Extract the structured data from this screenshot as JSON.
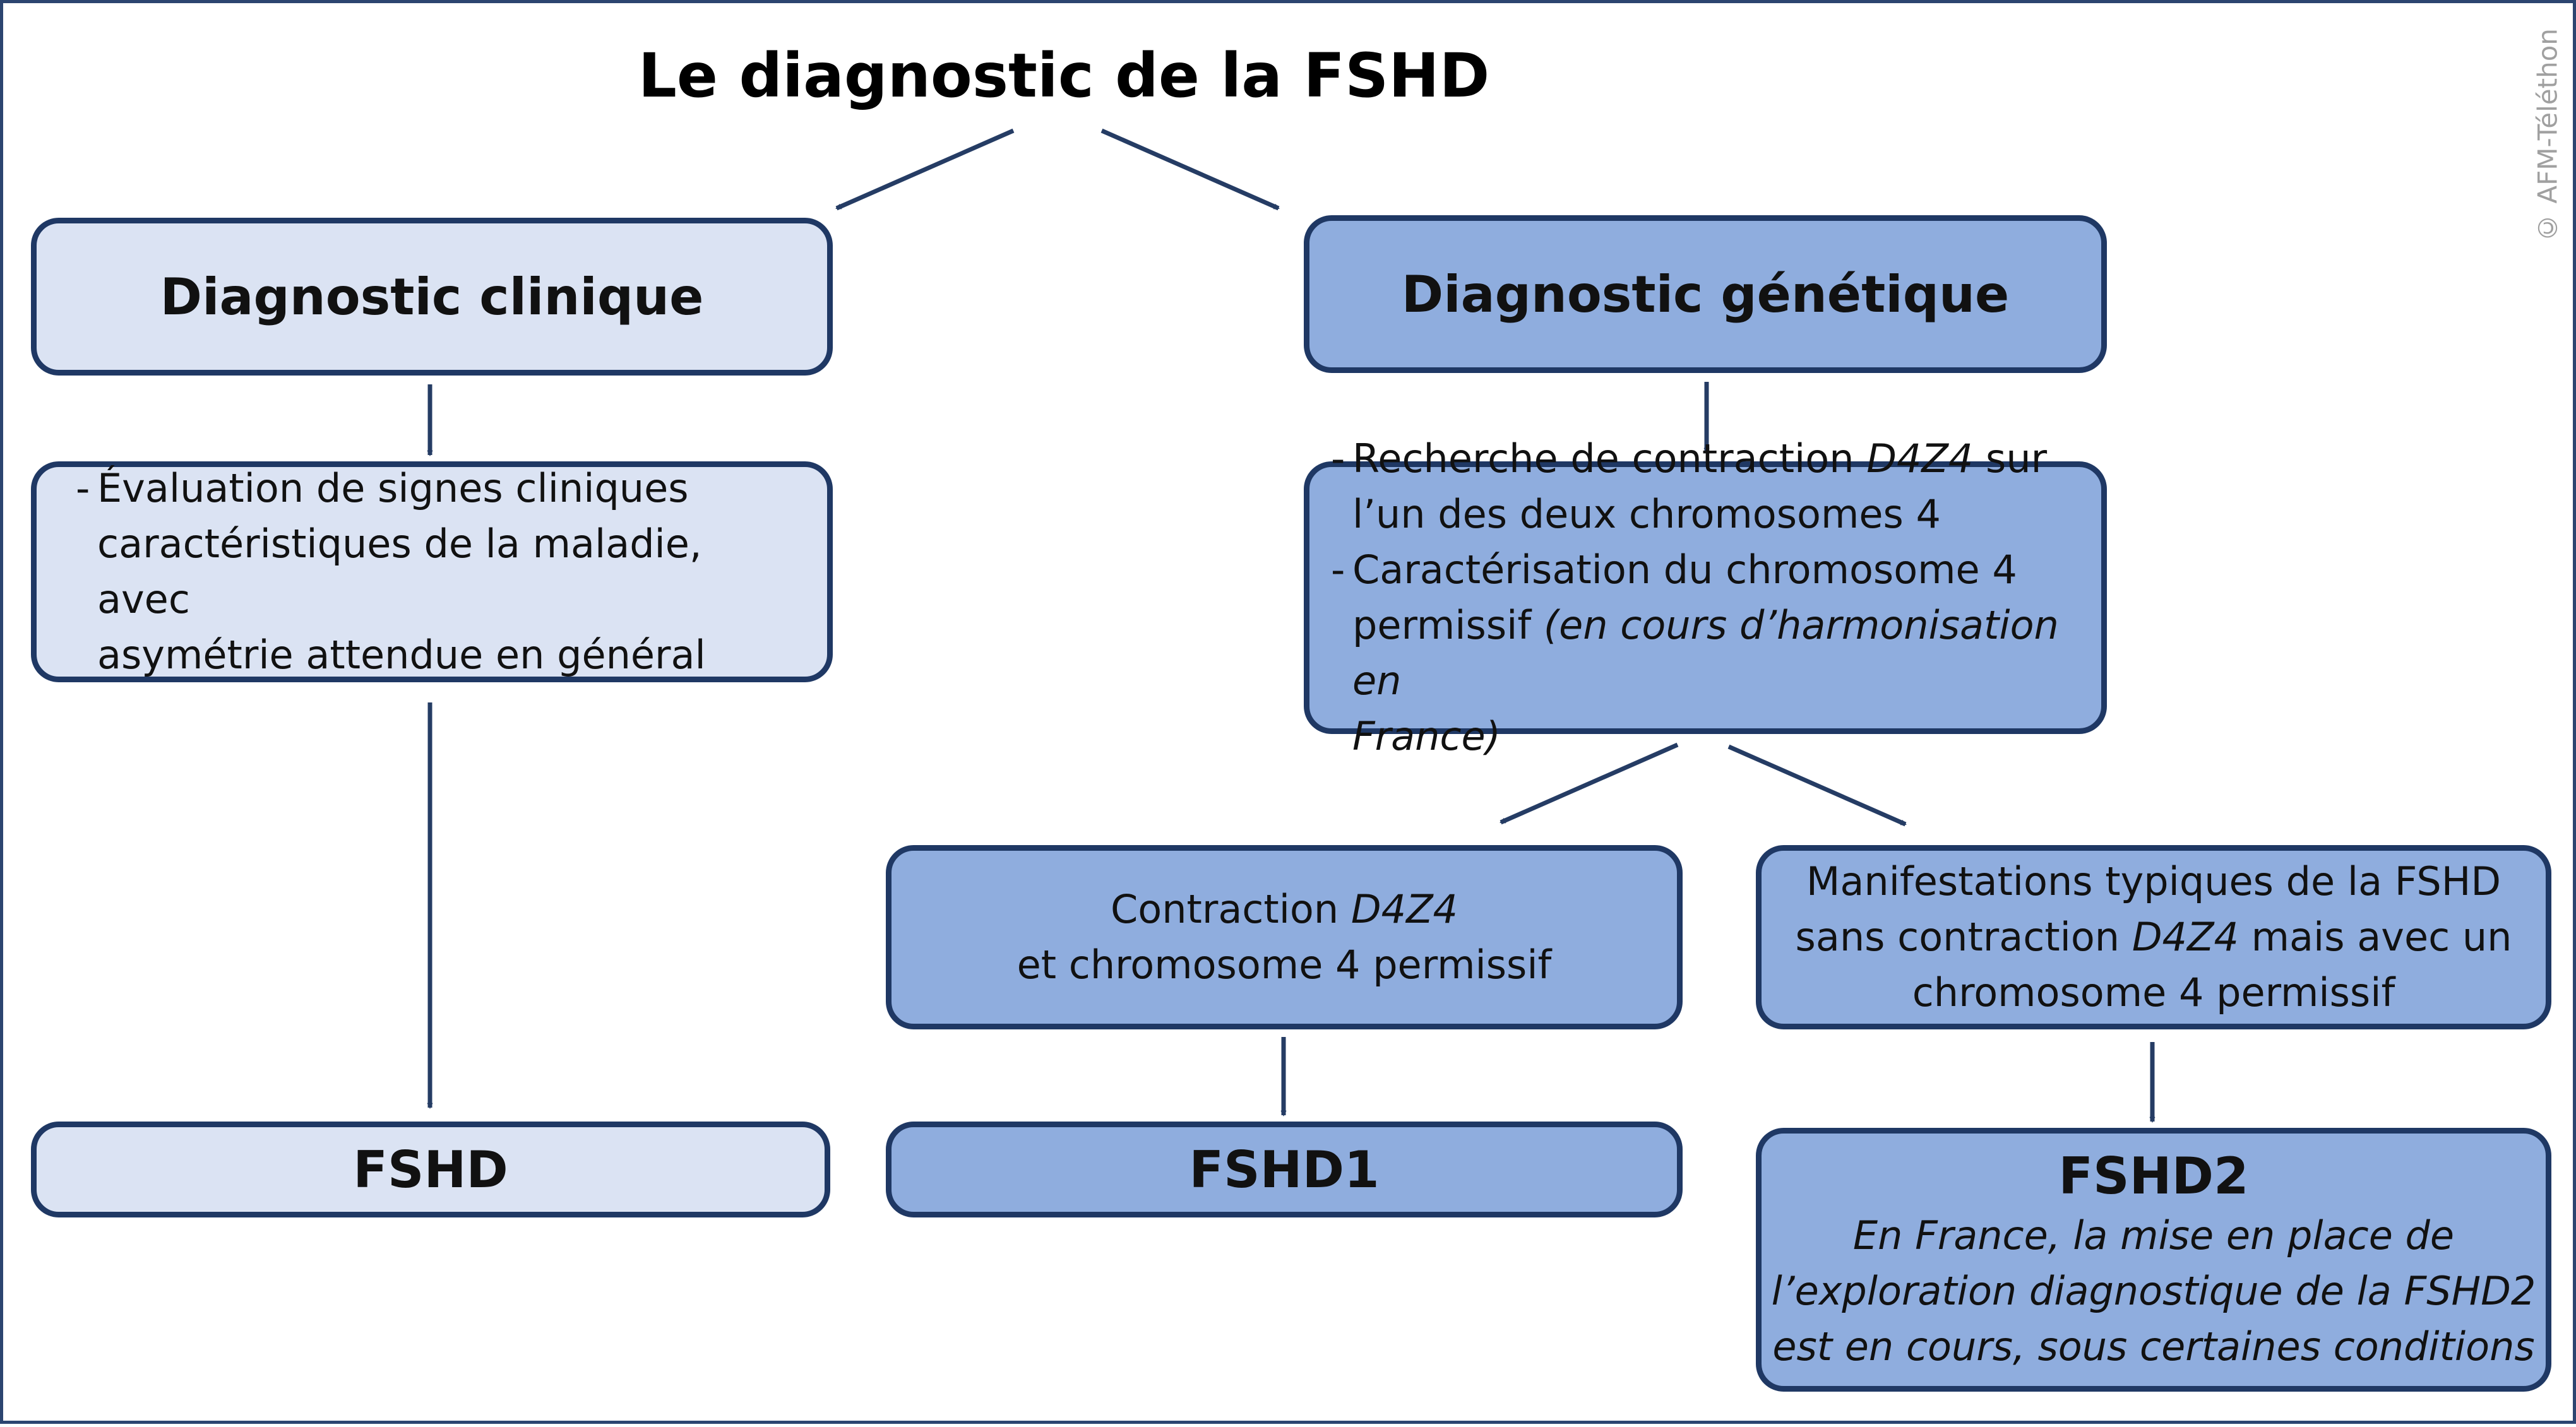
{
  "title": "Le diagnostic de la FSHD",
  "copyright": "© AFM-Téléthon",
  "colors": {
    "border": "#1f3864",
    "light_fill": "#dbe3f3",
    "mid_fill": "#8fadde",
    "arrow": "#253c64"
  },
  "clinical": {
    "header": "Diagnostic clinique",
    "detail_lines": [
      "Évaluation de signes cliniques",
      "caractéristiques de la maladie, avec",
      "asymétrie attendue en général"
    ],
    "result": "FSHD"
  },
  "genetic": {
    "header": "Diagnostic génétique",
    "bullet1": {
      "pre": "Recherche de contraction ",
      "gene": "D4Z4",
      "post": " sur",
      "line2": "l’un des deux chromosomes 4"
    },
    "bullet2": {
      "line1": "Caractérisation du chromosome 4",
      "pre": "permissif ",
      "note": "(en cours d’harmonisation en",
      "note2": "France)"
    },
    "branch1": {
      "pre": "Contraction ",
      "gene": "D4Z4",
      "line2": "et chromosome 4 permissif",
      "result": "FSHD1"
    },
    "branch2": {
      "line1": "Manifestations typiques de la FSHD",
      "pre": "sans contraction ",
      "gene": "D4Z4",
      "post": " mais avec un",
      "line3": "chromosome 4 permissif",
      "result": "FSHD2",
      "result_note": [
        "En France, la mise en place de",
        "l’exploration diagnostique de la FSHD2",
        "est en cours, sous certaines conditions"
      ]
    }
  }
}
